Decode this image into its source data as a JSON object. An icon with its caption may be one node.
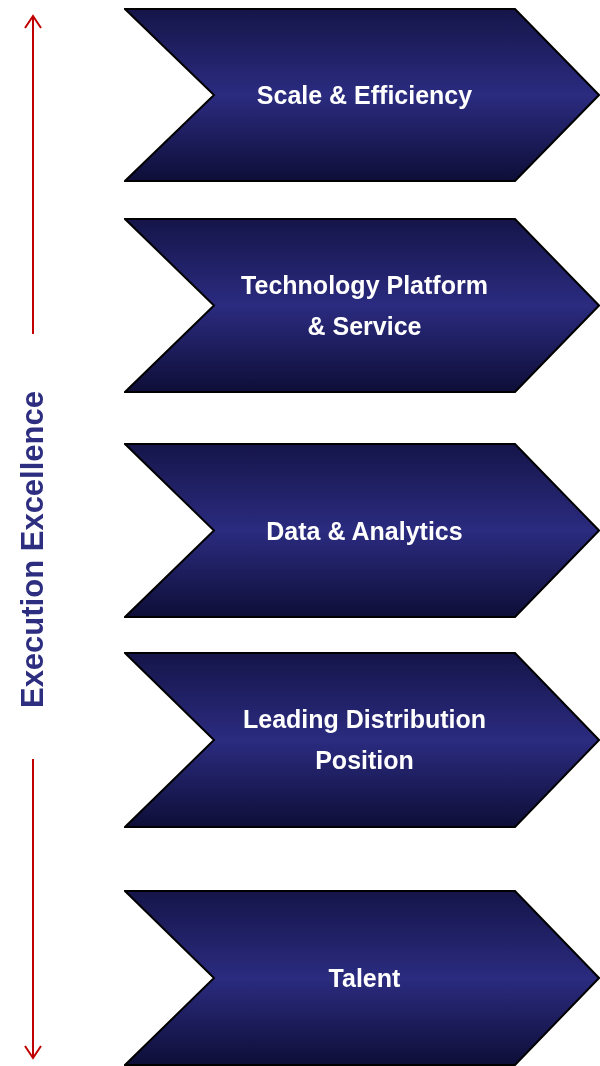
{
  "diagram": {
    "nodes": [
      {
        "text": [
          "Scale & Efficiency"
        ]
      },
      {
        "text": [
          "Technology Platform & Service"
        ]
      },
      {
        "text": [
          "Data & Analytics"
        ]
      },
      {
        "text": [
          "Leading Distribution Position"
        ]
      },
      {
        "text": [
          "Talent"
        ]
      }
    ],
    "labels": [
      "Execution Excellence"
    ]
  }
}
